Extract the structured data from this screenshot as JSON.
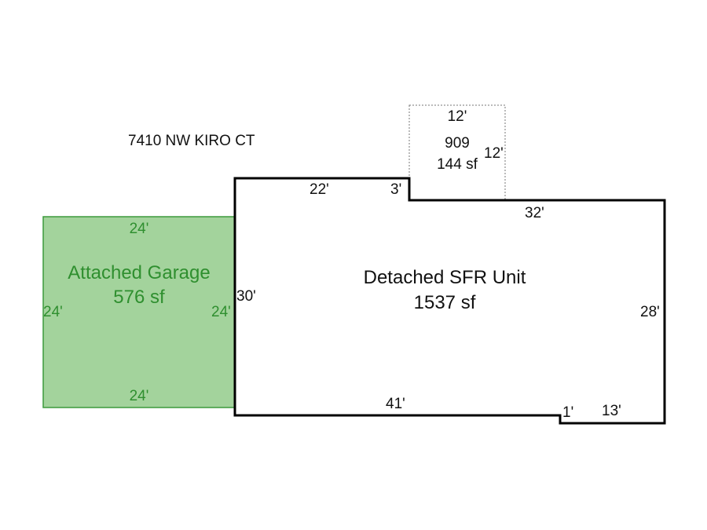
{
  "address": "7410 NW KIRO CT",
  "colors": {
    "garage_fill": "#a3d39c",
    "garage_stroke": "#3c9a3c",
    "garage_text": "#2f8f2f",
    "outline": "#000000"
  },
  "garage": {
    "name": "Attached Garage",
    "area": "576 sf",
    "top": "24'",
    "bottom": "24'",
    "left": "24'",
    "right": "24'"
  },
  "main": {
    "name": "Detached SFR Unit",
    "area": "1537 sf",
    "dims": {
      "top_left": "22'",
      "step_up": "3'",
      "top_right": "32'",
      "left": "30'",
      "right": "28'",
      "bottom": "41'",
      "step_down": "1'",
      "bottom_right": "13'"
    }
  },
  "addition": {
    "name": "909",
    "area": "144 sf",
    "top": "12'",
    "side": "12'"
  }
}
